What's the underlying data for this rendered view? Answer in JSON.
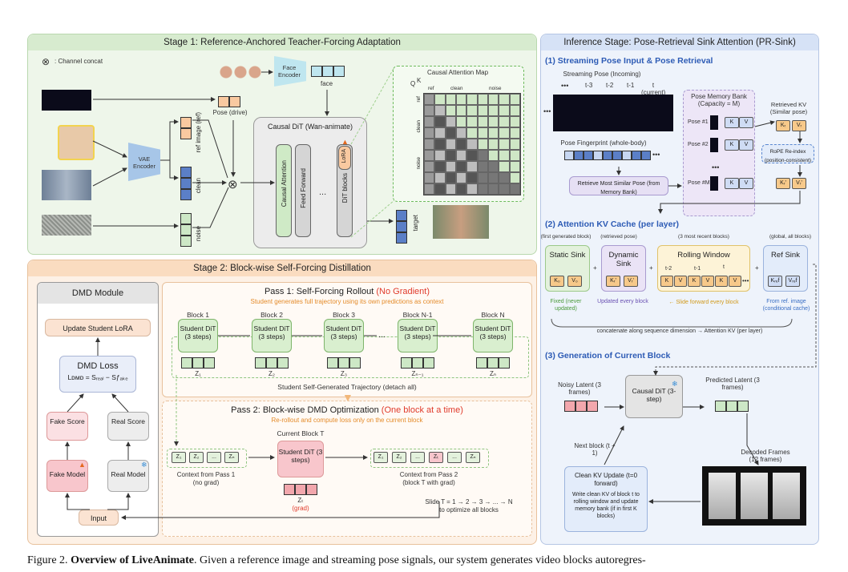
{
  "stage1": {
    "title": "Stage 1: Reference-Anchored Teacher-Forcing Adaptation",
    "concat_legend": ": Channel concat",
    "face_encoder": "Face Encoder",
    "face_label": "face",
    "pose_label": "Pose (drive)",
    "vae_encoder": "VAE Encoder",
    "ref_image": "ref image (ref)",
    "clean": "clean",
    "noise": "noise",
    "causal_dit": "Causal DiT (Wan-animate)",
    "causal_attention": "Causal Attention",
    "feed_forward": "Feed Forward",
    "dots": "...",
    "lora": "LoRA",
    "dit_blocks": "DiT blocks",
    "target": "target",
    "attn_map_title": "Causal Attention Map",
    "attn_q": "Q",
    "attn_k": "K",
    "attn_cols": [
      "ref",
      "clean",
      "noise"
    ],
    "attn_rows": [
      "ref",
      "clean",
      "noise"
    ]
  },
  "stage2": {
    "title": "Stage 2: Block-wise Self-Forcing Distillation",
    "dmd_module": "DMD Module",
    "update_lora": "Update Student LoRA",
    "dmd_loss": "DMD Loss",
    "dmd_formula": "Lᴅᴍᴅ = Sᵣₑₐₗ − Sƒₐₖₑ",
    "fake_score": "Fake Score",
    "real_score": "Real Score",
    "fake_model": "Fake Model",
    "real_model": "Real Model",
    "input": "Input",
    "pass1_title": "Pass 1: Self-Forcing Rollout",
    "pass1_note": "(No Gradient)",
    "pass1_sub": "Student generates full trajectory using its own predictions as context",
    "blocks": [
      "Block 1",
      "Block 2",
      "Block 3",
      "Block N-1",
      "Block N"
    ],
    "student_dit": "Student DiT (3 steps)",
    "z_labels": [
      "Z₁",
      "Z₂",
      "Z₃",
      "Zₙ₋₁",
      "Zₙ"
    ],
    "trajectory": "Student Self-Generated Trajectory (detach all)",
    "pass2_title": "Pass 2: Block-wise DMD Optimization",
    "pass2_note": "(One block at a time)",
    "pass2_sub": "Re-rollout and compute loss only on the current block",
    "current_block": "Current Block T",
    "context1": "Context from Pass 1",
    "context1_sub": "(no grad)",
    "context2": "Context from Pass 2",
    "context2_sub": "(block T with grad)",
    "zt": "Zₜ",
    "grad": "(grad)",
    "slide1": "Slide T = 1 → 2 → 3 → ... → N",
    "slide2": "to optimize all blocks",
    "ctx_tokens_left": [
      "Z₁",
      "Z₂",
      "...",
      "Zₙ"
    ],
    "ctx_tokens_right": [
      "Z₁",
      "Z₂",
      "...",
      "Zₜ",
      "...",
      "Zₙ"
    ]
  },
  "inference": {
    "title": "Inference Stage: Pose-Retrieval Sink Attention (PR-Sink)",
    "sec1": "(1) Streaming Pose Input & Pose Retrieval",
    "streaming_pose": "Streaming Pose (Incoming)",
    "t_labels": [
      "t-3",
      "t-2",
      "t-1",
      "t (current)"
    ],
    "memory_bank": "Pose Memory Bank (Capacity = M)",
    "pose_rows": [
      "Pose #1",
      "Pose #2",
      "Pose #M"
    ],
    "fingerprint": "Pose Fingerprint (whole-body)",
    "retrieve": "Retrieve Most Similar Pose (from Memory Bank)",
    "retrieved_kv": "Retrieved KV (Similar pose)",
    "rope": "RoPE Re-index (position-consistent)",
    "sec2": "(2) Attention KV Cache (per layer)",
    "first_block": "(first generated block)",
    "retrieved_pose": "(retrieved pose)",
    "recent_blocks": "(3 most recent blocks)",
    "global_blocks": "(global, all blocks)",
    "static_sink": "Static Sink",
    "dynamic_sink": "Dynamic Sink",
    "rolling_window": "Rolling Window",
    "ref_sink": "Ref Sink",
    "static_note": "Fixed (never updated)",
    "dynamic_note": "Updated every block",
    "rolling_note": "← Slide forward every block",
    "ref_note": "From ref. image (conditional cache)",
    "concat_note": "concatenate along sequence dimension → Attention KV (per layer)",
    "sec3": "(3) Generation of Current Block",
    "noisy_latent": "Noisy Latent (3 frames)",
    "causal_dit": "Causal DiT (3-step)",
    "predicted_latent": "Predicted Latent (3 frames)",
    "next_block": "Next block (t + 1)",
    "decoded_frames": "Decoded Frames (12 frames)",
    "clean_kv": "Clean KV Update (t=0 forward)",
    "clean_kv_desc": "Write clean KV of block t to rolling window and update memory bank (if in first K blocks)"
  },
  "caption": {
    "prefix": "Figure 2.",
    "bold": "Overview of LiveAnimate",
    "rest": ". Given a reference image and streaming pose signals, our system generates video blocks autoregres-"
  },
  "colors": {
    "stage1_bg": "#eef6ea",
    "stage1_hdr": "#d7ebcf",
    "stage2_bg": "#fdf1e6",
    "stage2_hdr": "#fadcc0",
    "inference_bg": "#eef3fb",
    "inference_hdr": "#d6e2f6",
    "accent_blue": "#2d5bb5",
    "accent_red": "#e03b2c",
    "accent_orange": "#e48b2a"
  }
}
